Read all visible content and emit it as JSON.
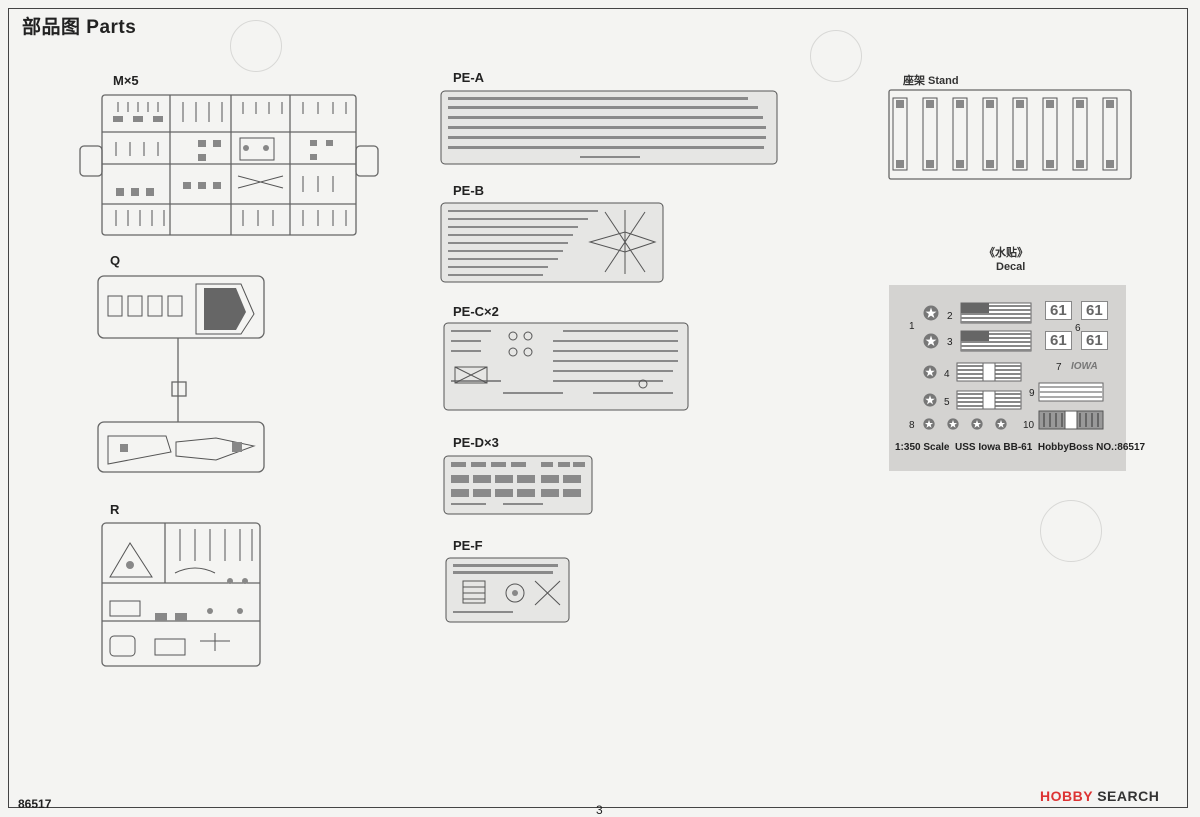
{
  "title": "部品图 Parts",
  "sprues": {
    "m": "M×5",
    "q": "Q",
    "r": "R"
  },
  "photo_etch": {
    "a": "PE-A",
    "b": "PE-B",
    "c": "PE-C×2",
    "d": "PE-D×3",
    "f": "PE-F"
  },
  "stand": "座架 Stand",
  "decal": {
    "heading_cn": "《水贴》",
    "heading_en": "Decal",
    "numbers": [
      "1",
      "2",
      "3",
      "4",
      "5",
      "6",
      "7",
      "8",
      "9",
      "10"
    ],
    "hull_number": "61",
    "name_plate": "IOWA",
    "caption": "1:350 Scale  USS Iowa BB-61  HobbyBoss NO.:86517"
  },
  "footer": {
    "kit_number": "86517",
    "page_number": "3"
  },
  "watermark": {
    "brand": "HOBBY",
    "suffix": "SEARCH"
  }
}
